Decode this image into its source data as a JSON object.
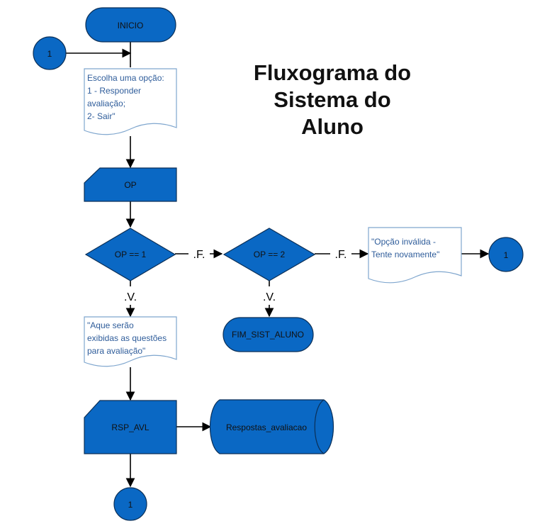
{
  "title": {
    "lines": [
      "Fluxograma do",
      "Sistema do",
      "Aluno"
    ]
  },
  "colors": {
    "shape_fill": "#0A68C4",
    "shape_stroke": "#0B2F57",
    "note_fill": "#FFFFFF",
    "note_stroke": "#7FA6CE",
    "note_text": "#2E5C9A",
    "shape_text": "#111111",
    "line": "#000000"
  },
  "nodes": {
    "start": "INICIO",
    "connector_top": "1",
    "prompt": [
      "Escolha uma opção:",
      "1 - Responder",
      "avaliação;",
      "2- Sair\""
    ],
    "input_op": "OP",
    "decision_1": "OP == 1",
    "decision_2": "OP == 2",
    "invalid": [
      "\"Opção inválida -",
      "Tente novamente\""
    ],
    "connector_right": "1",
    "end": "FIM_SIST_ALUNO",
    "display_questions": [
      "\"Aque serão",
      "exibidas as questões",
      "para avaliação\""
    ],
    "input_rsp": "RSP_AVL",
    "storage": "Respostas_avaliacao",
    "connector_bottom": "1"
  },
  "edges": {
    "false_label": ".F.",
    "true_label": ".V."
  }
}
